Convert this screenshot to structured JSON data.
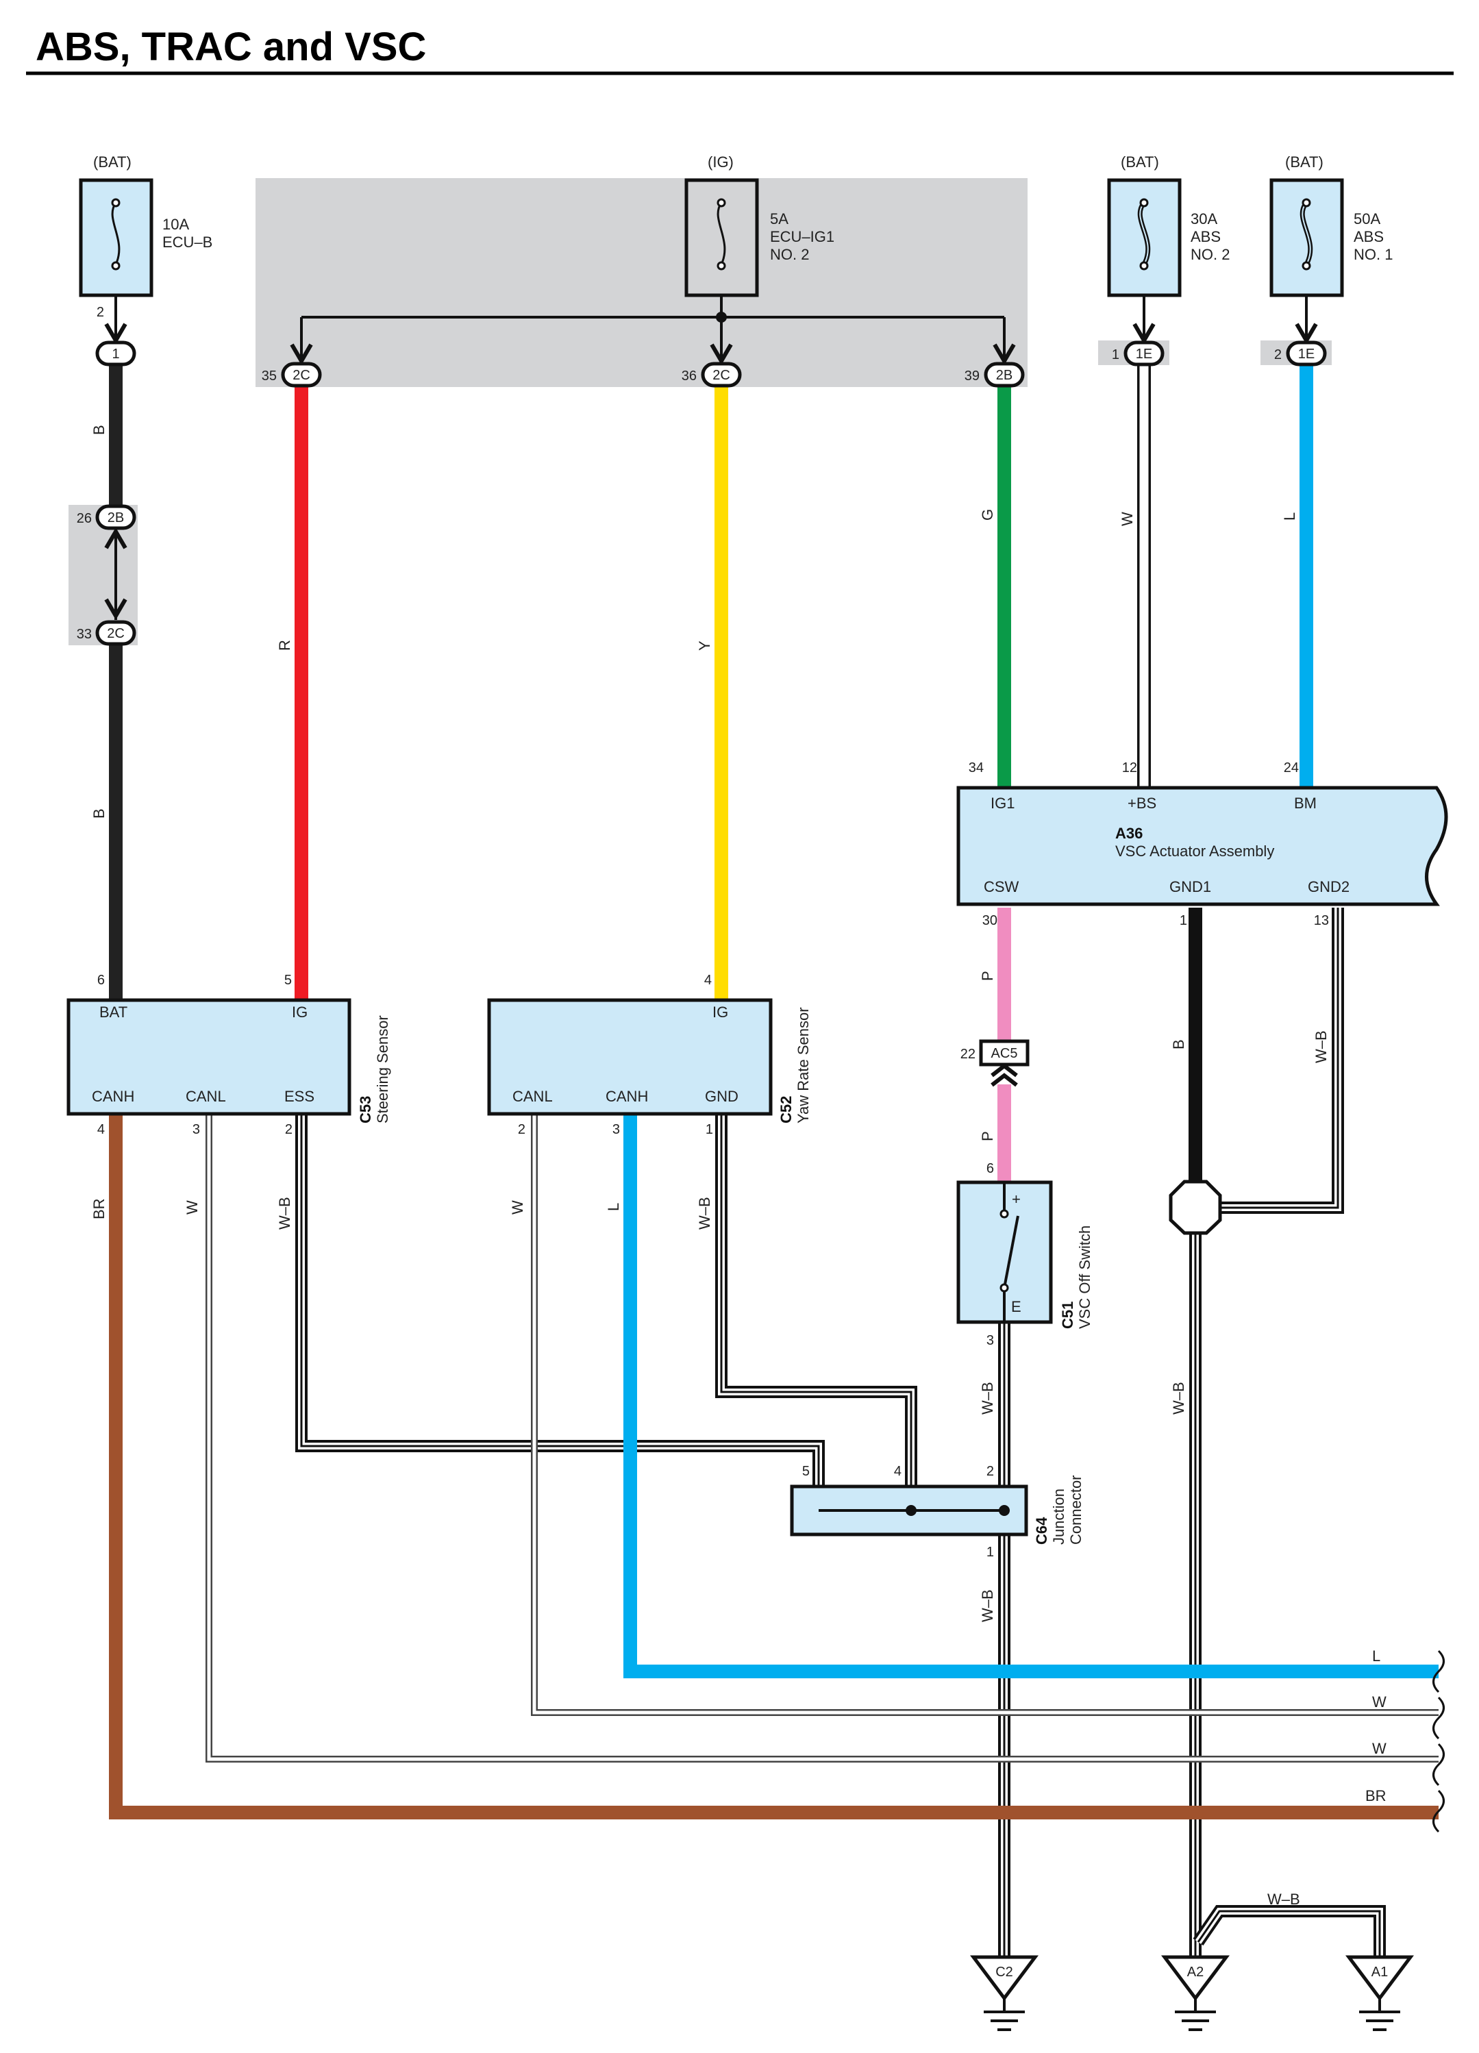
{
  "title": "ABS, TRAC and VSC",
  "colors": {
    "B": "#222222",
    "R": "#ee1c24",
    "Y": "#ffdd00",
    "G": "#0a9a48",
    "L": "#00aeef",
    "W": "#ffffff",
    "BR": "#a0522d",
    "P": "#f08dc0",
    "W-B": "#111111",
    "component_fill": "#cde9f8",
    "shade": "#d3d4d6"
  },
  "sources": [
    {
      "name": "(BAT)",
      "rating": "10A",
      "line1": "ECU–B",
      "line2": ""
    },
    {
      "name": "(IG)",
      "rating": "5A",
      "line1": "ECU–IG1",
      "line2": "NO. 2"
    },
    {
      "name": "(BAT)",
      "rating": "30A",
      "line1": "ABS",
      "line2": "NO. 2"
    },
    {
      "name": "(BAT)",
      "rating": "50A",
      "line1": "ABS",
      "line2": "NO. 1"
    }
  ],
  "connectors": [
    {
      "id": "1",
      "pin": "2"
    },
    {
      "id": "2C",
      "pin": "35"
    },
    {
      "id": "2C",
      "pin": "36"
    },
    {
      "id": "2B",
      "pin": "39"
    },
    {
      "id": "1E",
      "pin": "1"
    },
    {
      "id": "1E",
      "pin": "2"
    },
    {
      "id": "2B",
      "pin": "26"
    },
    {
      "id": "2C",
      "pin": "33"
    },
    {
      "id": "AC5",
      "pin": "22"
    }
  ],
  "components": {
    "steering_sensor": {
      "code": "C53",
      "name": "Steering Sensor",
      "pins": {
        "bat": "BAT",
        "ig": "IG",
        "canh": "CANH",
        "canl": "CANL",
        "ess": "ESS"
      },
      "pin_nums": {
        "bat": "6",
        "ig": "5",
        "canh": "4",
        "canl": "3",
        "ess": "2"
      }
    },
    "yaw_rate_sensor": {
      "code": "C52",
      "name": "Yaw Rate Sensor",
      "pins": {
        "ig": "IG",
        "canl": "CANL",
        "canh": "CANH",
        "gnd": "GND"
      },
      "pin_nums": {
        "ig": "4",
        "canl": "2",
        "canh": "3",
        "gnd": "1"
      }
    },
    "vsc_actuator": {
      "code": "A36",
      "name": "VSC Actuator Assembly",
      "pins": {
        "ig1": "IG1",
        "bs": "+BS",
        "bm": "BM",
        "csw": "CSW",
        "gnd1": "GND1",
        "gnd2": "GND2"
      },
      "pin_nums": {
        "ig1": "34",
        "bs": "12",
        "bm": "24",
        "csw": "30",
        "gnd1": "1",
        "gnd2": "13"
      }
    },
    "vsc_off_switch": {
      "code": "C51",
      "name": "VSC Off Switch",
      "pins": {
        "plus": "+",
        "e": "E"
      },
      "pin_nums": {
        "plus": "6",
        "e": "3"
      }
    },
    "junction_connector": {
      "code": "C64",
      "name1": "Junction",
      "name2": "Connector",
      "pin_nums": {
        "a": "5",
        "b": "4",
        "c": "2",
        "d": "1"
      }
    }
  },
  "wire_labels": {
    "b": "B",
    "r": "R",
    "y": "Y",
    "g": "G",
    "w": "W",
    "l": "L",
    "br": "BR",
    "p": "P",
    "wb": "W–B"
  },
  "grounds": [
    "C2",
    "A2",
    "A1"
  ]
}
